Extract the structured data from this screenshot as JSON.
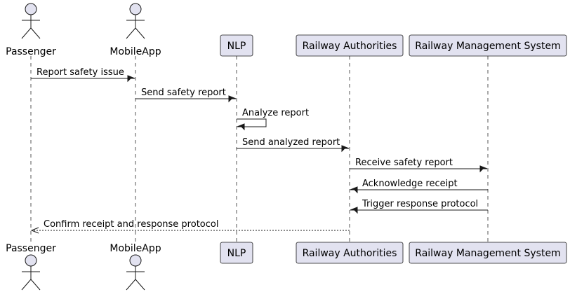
{
  "diagram": {
    "type": "sequence",
    "participants": [
      {
        "id": "passenger",
        "label": "Passenger",
        "kind": "actor"
      },
      {
        "id": "mobileapp",
        "label": "MobileApp",
        "kind": "actor"
      },
      {
        "id": "nlp",
        "label": "NLP",
        "kind": "participant"
      },
      {
        "id": "authorities",
        "label": "Railway Authorities",
        "kind": "participant"
      },
      {
        "id": "rms",
        "label": "Railway Management System",
        "kind": "participant"
      }
    ],
    "messages": [
      {
        "from": "passenger",
        "to": "mobileapp",
        "label": "Report safety issue",
        "style": "solid"
      },
      {
        "from": "mobileapp",
        "to": "nlp",
        "label": "Send safety report",
        "style": "solid"
      },
      {
        "from": "nlp",
        "to": "nlp",
        "label": "Analyze report",
        "style": "solid"
      },
      {
        "from": "nlp",
        "to": "authorities",
        "label": "Send analyzed report",
        "style": "solid"
      },
      {
        "from": "authorities",
        "to": "rms",
        "label": "Receive safety report",
        "style": "solid"
      },
      {
        "from": "rms",
        "to": "authorities",
        "label": "Acknowledge receipt",
        "style": "solid"
      },
      {
        "from": "rms",
        "to": "authorities",
        "label": "Trigger response protocol",
        "style": "solid"
      },
      {
        "from": "authorities",
        "to": "passenger",
        "label": "Confirm receipt and response protocol",
        "style": "dashed"
      }
    ],
    "colors": {
      "participant_fill": "#E2E2F0",
      "border": "#181818",
      "lifeline": "#555555",
      "text": "#000000",
      "background": "#FFFFFF"
    }
  }
}
